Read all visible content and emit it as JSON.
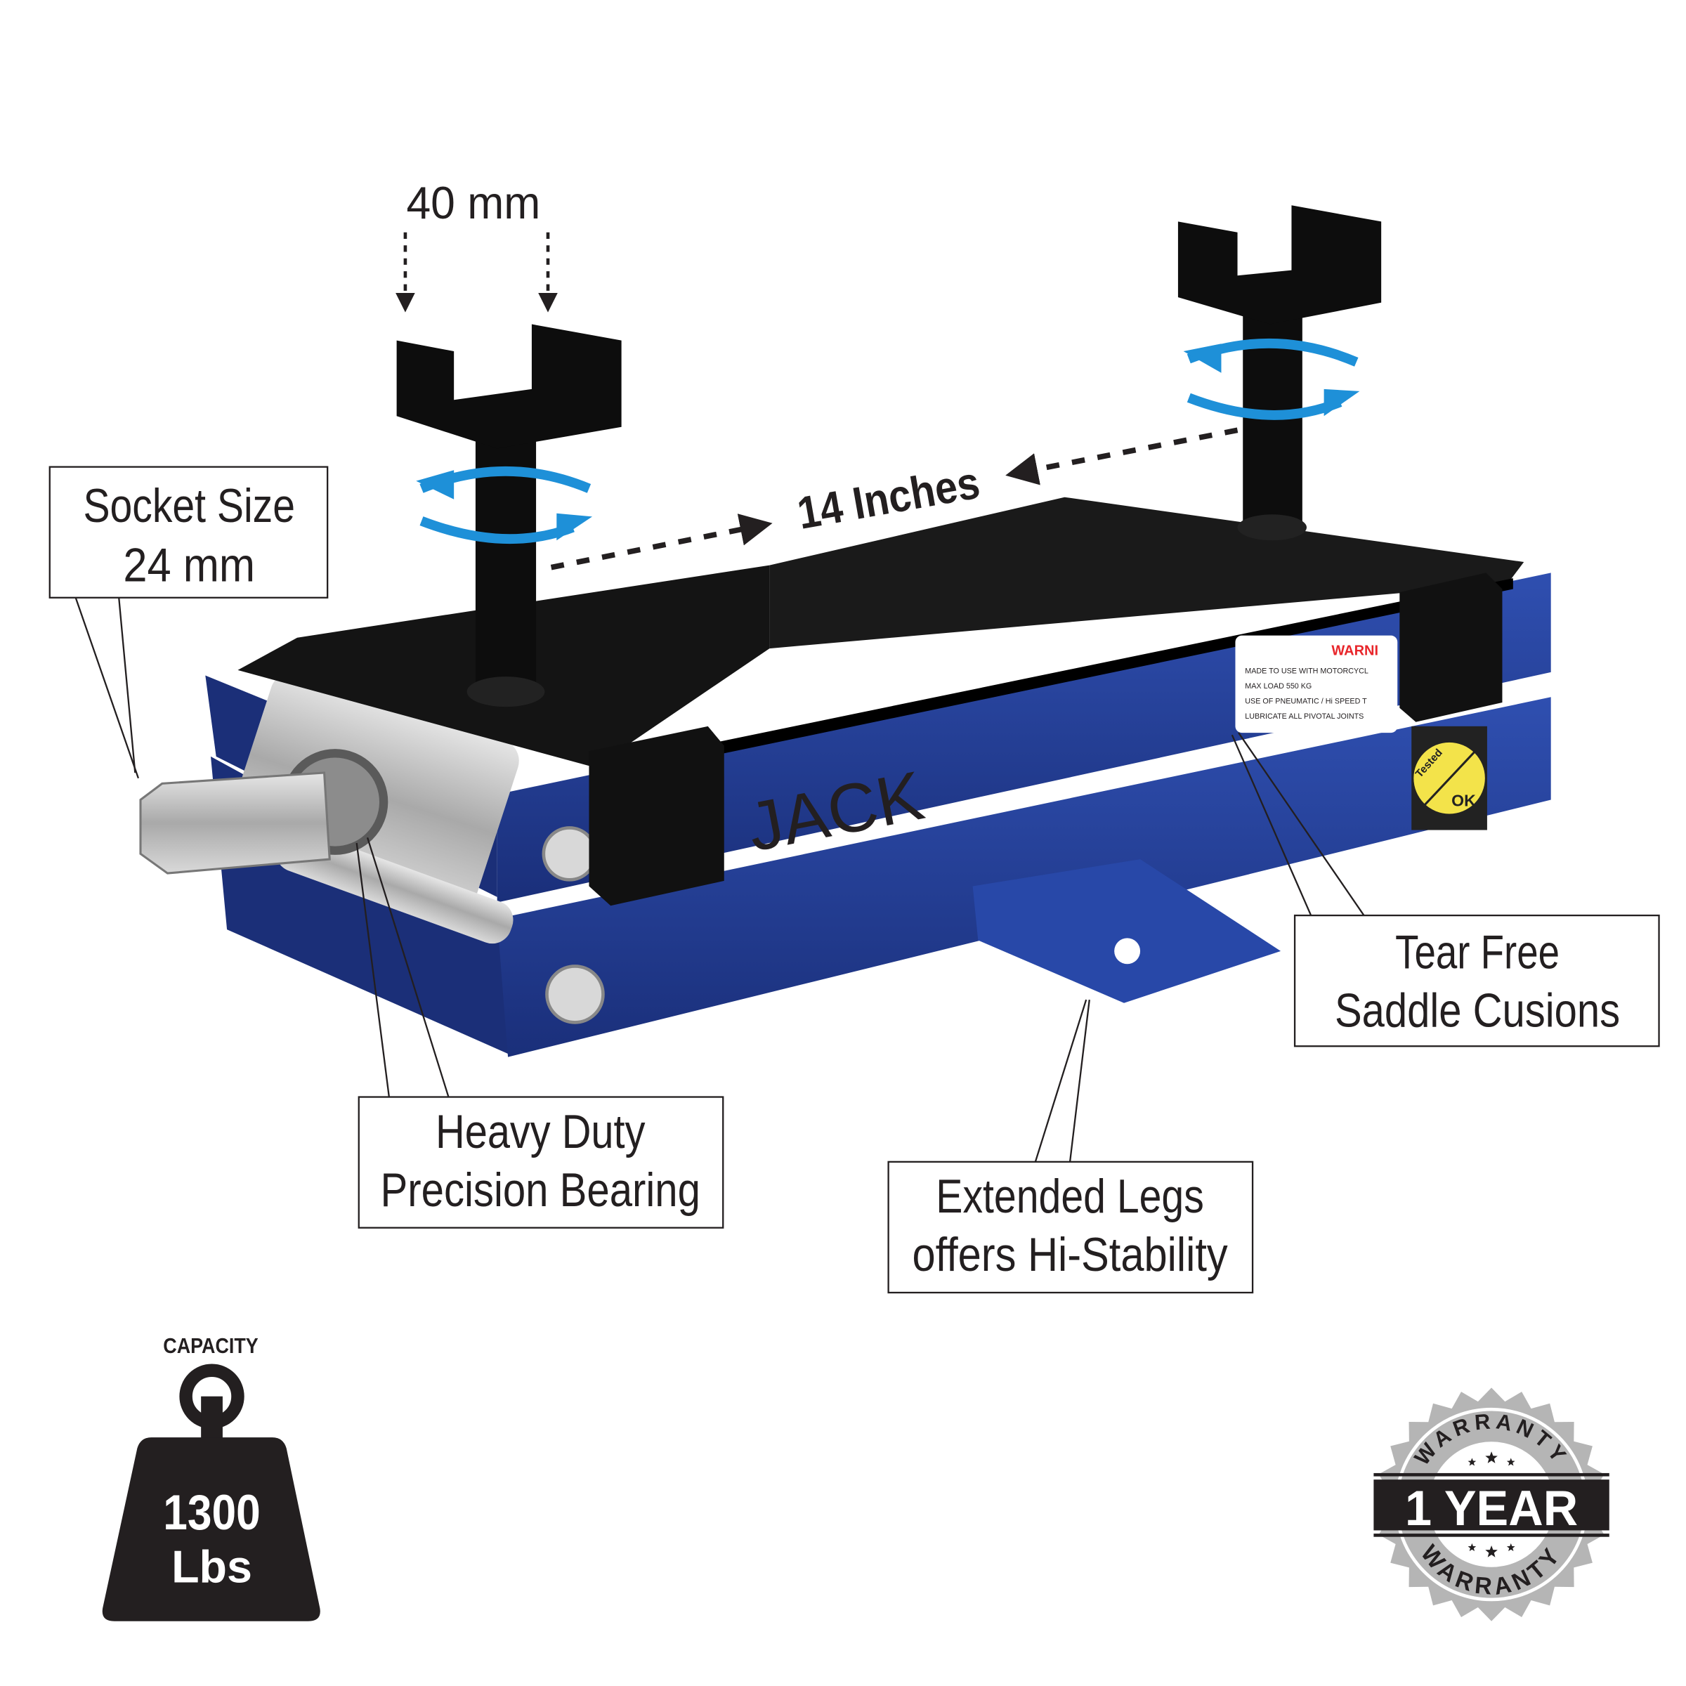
{
  "dimensions": {
    "width_label": "40 mm",
    "length_label": "14 Inches"
  },
  "callouts": {
    "socket": {
      "line1": "Socket Size",
      "line2": "24 mm"
    },
    "bearing": {
      "line1": "Heavy Duty",
      "line2": "Precision Bearing"
    },
    "legs": {
      "line1": "Extended Legs",
      "line2": "offers Hi-Stability"
    },
    "saddle": {
      "line1": "Tear Free",
      "line2": "Saddle Cusions"
    }
  },
  "product": {
    "brand_fragment": "JACK",
    "warning_title": "WARNI",
    "warning_lines": [
      "MADE TO USE WITH MOTORCYCL",
      "MAX LOAD  550 KG",
      "USE OF PNEUMATIC / Hi SPEED T",
      "LUBRICATE ALL PIVOTAL JOINTS"
    ],
    "sticker_top": "Tested",
    "sticker_bottom": "OK"
  },
  "capacity": {
    "label": "CAPACITY",
    "value": "1300",
    "unit": "Lbs"
  },
  "warranty": {
    "top": "WARRANTY",
    "main": "1 YEAR",
    "bottom": "WARRANTY"
  },
  "colors": {
    "body_blue": "#1f3a8f",
    "rotation_arrow": "#1e90d8",
    "warning_red": "#e8262b",
    "sticker_yellow": "#f3e34a",
    "badge_gray": "#b5b5b5",
    "dark": "#231f20"
  }
}
